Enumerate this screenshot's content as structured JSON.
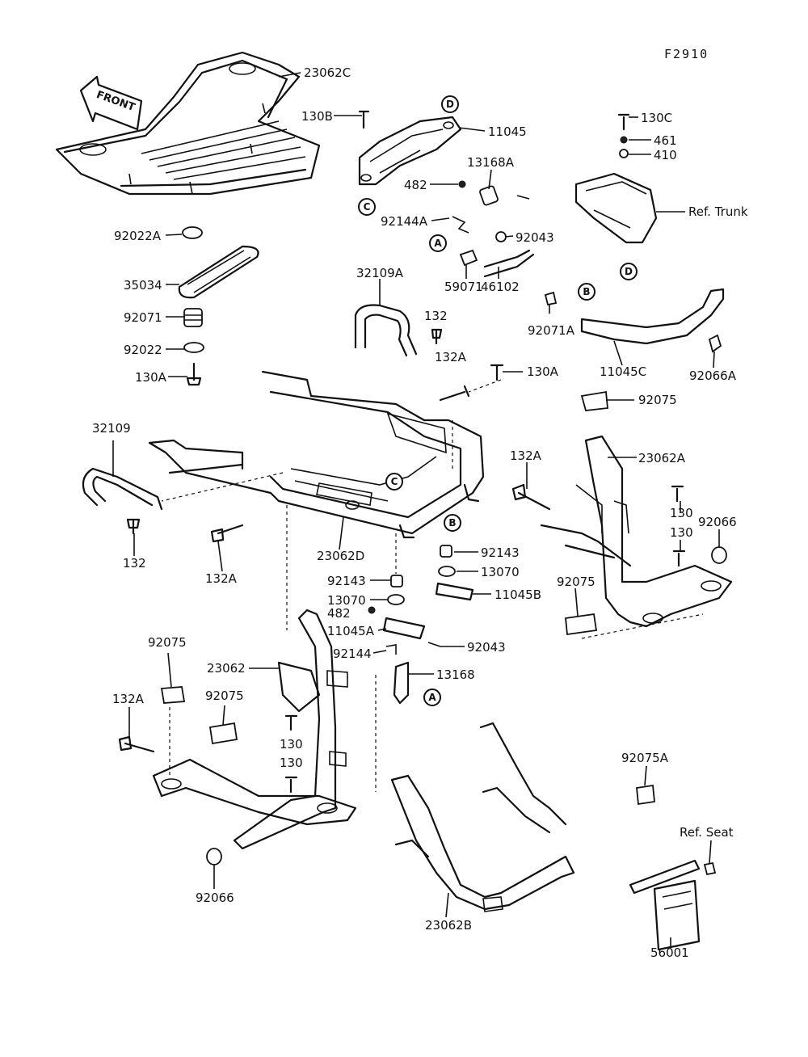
{
  "figure_code": "F2910",
  "front_arrow_text": "FRONT",
  "parts": [
    {
      "id": "lbl-23062C",
      "text": "23062C"
    },
    {
      "id": "lbl-130B",
      "text": "130B"
    },
    {
      "id": "lbl-11045",
      "text": "11045"
    },
    {
      "id": "lbl-13168A",
      "text": "13168A"
    },
    {
      "id": "lbl-482-top",
      "text": "482"
    },
    {
      "id": "lbl-92144A",
      "text": "92144A"
    },
    {
      "id": "lbl-92043-top",
      "text": "92043"
    },
    {
      "id": "lbl-59071",
      "text": "59071"
    },
    {
      "id": "lbl-46102",
      "text": "46102"
    },
    {
      "id": "lbl-130C",
      "text": "130C"
    },
    {
      "id": "lbl-461",
      "text": "461"
    },
    {
      "id": "lbl-410",
      "text": "410"
    },
    {
      "id": "lbl-ref-trunk",
      "text": "Ref. Trunk"
    },
    {
      "id": "lbl-92022A",
      "text": "92022A"
    },
    {
      "id": "lbl-35034",
      "text": "35034"
    },
    {
      "id": "lbl-92071",
      "text": "92071"
    },
    {
      "id": "lbl-92022",
      "text": "92022"
    },
    {
      "id": "lbl-130A-left",
      "text": "130A"
    },
    {
      "id": "lbl-32109A",
      "text": "32109A"
    },
    {
      "id": "lbl-132-top",
      "text": "132"
    },
    {
      "id": "lbl-132A-top",
      "text": "132A"
    },
    {
      "id": "lbl-130A-mid",
      "text": "130A"
    },
    {
      "id": "lbl-92071A",
      "text": "92071A"
    },
    {
      "id": "lbl-11045C",
      "text": "11045C"
    },
    {
      "id": "lbl-92066A",
      "text": "92066A"
    },
    {
      "id": "lbl-92075-right",
      "text": "92075"
    },
    {
      "id": "lbl-32109",
      "text": "32109"
    },
    {
      "id": "lbl-132A-right",
      "text": "132A"
    },
    {
      "id": "lbl-23062A",
      "text": "23062A"
    },
    {
      "id": "lbl-130-right1",
      "text": "130"
    },
    {
      "id": "lbl-130-right2",
      "text": "130"
    },
    {
      "id": "lbl-92066-right",
      "text": "92066"
    },
    {
      "id": "lbl-132-left",
      "text": "132"
    },
    {
      "id": "lbl-132A-left",
      "text": "132A"
    },
    {
      "id": "lbl-23062D",
      "text": "23062D"
    },
    {
      "id": "lbl-92143-a",
      "text": "92143"
    },
    {
      "id": "lbl-13070-a",
      "text": "13070"
    },
    {
      "id": "lbl-11045B",
      "text": "11045B"
    },
    {
      "id": "lbl-92143-b",
      "text": "92143"
    },
    {
      "id": "lbl-13070-b",
      "text": "13070"
    },
    {
      "id": "lbl-482-mid",
      "text": "482"
    },
    {
      "id": "lbl-11045A",
      "text": "11045A"
    },
    {
      "id": "lbl-92043-mid",
      "text": "92043"
    },
    {
      "id": "lbl-92144",
      "text": "92144"
    },
    {
      "id": "lbl-13168",
      "text": "13168"
    },
    {
      "id": "lbl-92075-right2",
      "text": "92075"
    },
    {
      "id": "lbl-92075-left",
      "text": "92075"
    },
    {
      "id": "lbl-23062",
      "text": "23062"
    },
    {
      "id": "lbl-132A-bottom",
      "text": "132A"
    },
    {
      "id": "lbl-92075-mid",
      "text": "92075"
    },
    {
      "id": "lbl-130-mid1",
      "text": "130"
    },
    {
      "id": "lbl-130-mid2",
      "text": "130"
    },
    {
      "id": "lbl-92075A",
      "text": "92075A"
    },
    {
      "id": "lbl-ref-seat",
      "text": "Ref. Seat"
    },
    {
      "id": "lbl-92066-bottom",
      "text": "92066"
    },
    {
      "id": "lbl-23062B",
      "text": "23062B"
    },
    {
      "id": "lbl-56001",
      "text": "56001"
    }
  ],
  "refs": [
    {
      "id": "ref-D-top",
      "text": "D"
    },
    {
      "id": "ref-C-top",
      "text": "C"
    },
    {
      "id": "ref-A-top",
      "text": "A"
    },
    {
      "id": "ref-D-right",
      "text": "D"
    },
    {
      "id": "ref-B-top",
      "text": "B"
    },
    {
      "id": "ref-C-frame",
      "text": "C"
    },
    {
      "id": "ref-B-frame",
      "text": "B"
    },
    {
      "id": "ref-A-bottom",
      "text": "A"
    }
  ]
}
